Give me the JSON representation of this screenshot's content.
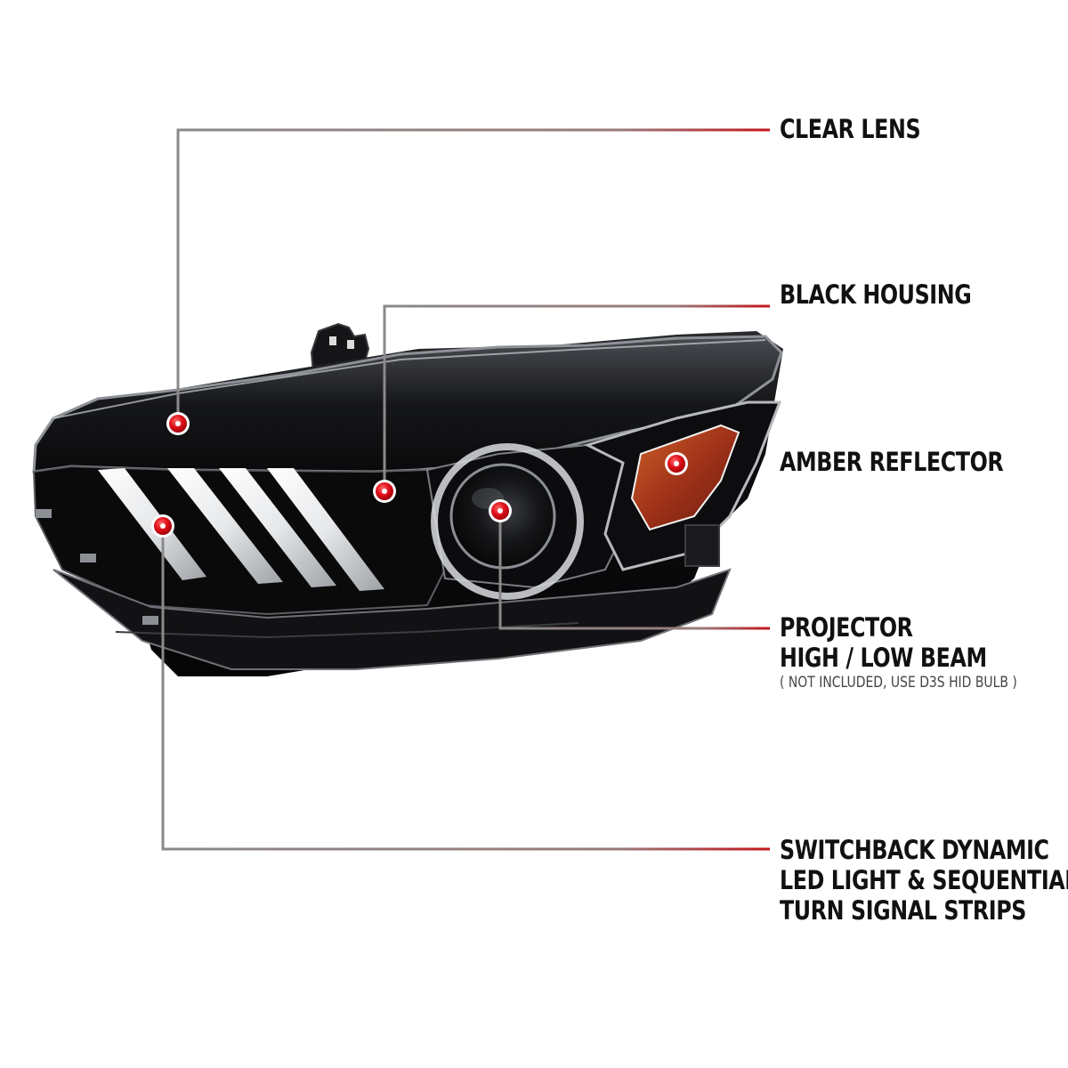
{
  "callouts": {
    "clear_lens": "CLEAR LENS",
    "black_housing": "BLACK HOUSING",
    "amber_reflector": "AMBER REFLECTOR",
    "projector_line1": "PROJECTOR",
    "projector_line2": "HIGH / LOW BEAM",
    "projector_note": "( NOT INCLUDED, USE  D3S HID  BULB )",
    "switchback_line1": "SWITCHBACK DYNAMIC",
    "switchback_line2": "LED LIGHT & SEQUENTIAL",
    "switchback_line3": "TURN SIGNAL STRIPS"
  },
  "colors": {
    "leader_gray": "#8a8a8a",
    "leader_red": "#c4161c",
    "dot_red": "#e0101a",
    "housing_black": "#0b0b0c",
    "amber": "#b5421c"
  },
  "icons": {
    "marker": "red-dot-marker"
  }
}
